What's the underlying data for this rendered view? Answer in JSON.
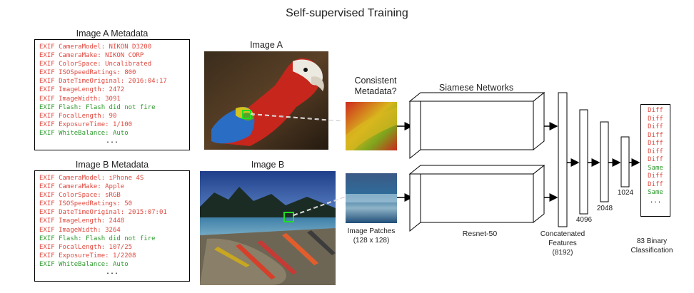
{
  "title": "Self-supervised Training",
  "image_a_metadata": {
    "heading": "Image A Metadata",
    "lines": [
      {
        "text": "EXIF CameraModel: NIKON D3200",
        "status": "inconsistent"
      },
      {
        "text": "EXIF CameraMake: NIKON CORP",
        "status": "inconsistent"
      },
      {
        "text": "EXIF ColorSpace: Uncalibrated",
        "status": "inconsistent"
      },
      {
        "text": "EXIF ISOSpeedRatings: 800",
        "status": "inconsistent"
      },
      {
        "text": "EXIF DateTimeOriginal: 2016:04:17",
        "status": "inconsistent"
      },
      {
        "text": "EXIF ImageLength: 2472",
        "status": "inconsistent"
      },
      {
        "text": "EXIF ImageWidth: 3091",
        "status": "inconsistent"
      },
      {
        "text": "EXIF Flash: Flash did not fire",
        "status": "consistent"
      },
      {
        "text": "EXIF FocalLength: 90",
        "status": "inconsistent"
      },
      {
        "text": "EXIF ExposureTime: 1/100",
        "status": "inconsistent"
      },
      {
        "text": "EXIF WhiteBalance: Auto",
        "status": "consistent"
      }
    ],
    "ellipsis": "..."
  },
  "image_b_metadata": {
    "heading": "Image B Metadata",
    "lines": [
      {
        "text": "EXIF CameraModel: iPhone 4S",
        "status": "inconsistent"
      },
      {
        "text": "EXIF CameraMake: Apple",
        "status": "inconsistent"
      },
      {
        "text": "EXIF ColorSpace: sRGB",
        "status": "inconsistent"
      },
      {
        "text": "EXIF ISOSpeedRatings: 50",
        "status": "inconsistent"
      },
      {
        "text": "EXIF DateTimeOriginal: 2015:07:01",
        "status": "inconsistent"
      },
      {
        "text": "EXIF ImageLength: 2448",
        "status": "inconsistent"
      },
      {
        "text": "EXIF ImageWidth: 3264",
        "status": "inconsistent"
      },
      {
        "text": "EXIF Flash: Flash did not fire",
        "status": "consistent"
      },
      {
        "text": "EXIF FocalLength: 107/25",
        "status": "inconsistent"
      },
      {
        "text": "EXIF ExposureTime: 1/2208",
        "status": "inconsistent"
      },
      {
        "text": "EXIF WhiteBalance: Auto",
        "status": "consistent"
      }
    ],
    "ellipsis": "..."
  },
  "image_a_label": "Image A",
  "image_b_label": "Image B",
  "consistent_label_line1": "Consistent",
  "consistent_label_line2": "Metadata?",
  "patches_label_line1": "Image Patches",
  "patches_label_line2": "(128 x 128)",
  "siamese_label": "Siamese Networks",
  "resnet_label": "Resnet-50",
  "concat_label_line1": "Concatenated",
  "concat_label_line2": "Features",
  "concat_label_line3": "(8192)",
  "layer_sizes": [
    "4096",
    "2048",
    "1024"
  ],
  "classification_label_line1": "83 Binary",
  "classification_label_line2": "Classification",
  "classification_outputs": [
    "Diff",
    "Diff",
    "Diff",
    "Diff",
    "Diff",
    "Diff",
    "Diff",
    "Same",
    "Diff",
    "Diff",
    "Same"
  ],
  "classification_ellipsis": "...",
  "colors": {
    "inconsistent": "#e0483f",
    "consistent": "#2e9a2e",
    "patch_box": "#22dd22"
  }
}
